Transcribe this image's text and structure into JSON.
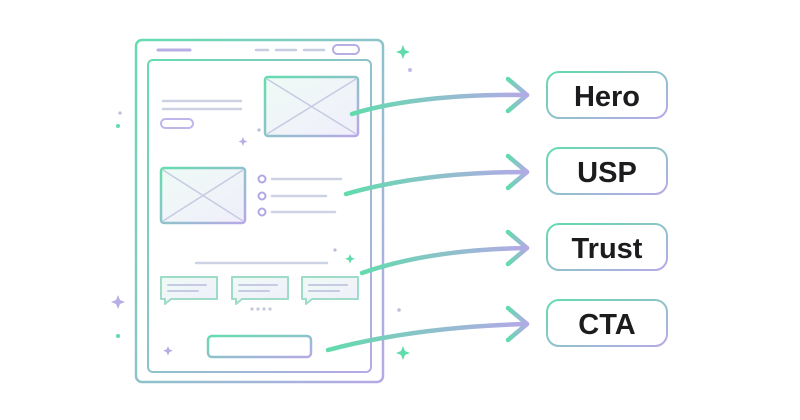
{
  "colors": {
    "accent_green": "#5fdcab",
    "accent_purple": "#b3a9e6",
    "line_light": "#cdd3e4",
    "ink": "#1c1c1e"
  },
  "sections": [
    {
      "label": "Hero",
      "icon": "image-placeholder-icon"
    },
    {
      "label": "USP",
      "icon": "bullet-list-icon"
    },
    {
      "label": "Trust",
      "icon": "testimonial-card-icon"
    },
    {
      "label": "CTA",
      "icon": "button-icon"
    }
  ],
  "decorations": [
    "sparkle-icon",
    "dot-icon"
  ]
}
